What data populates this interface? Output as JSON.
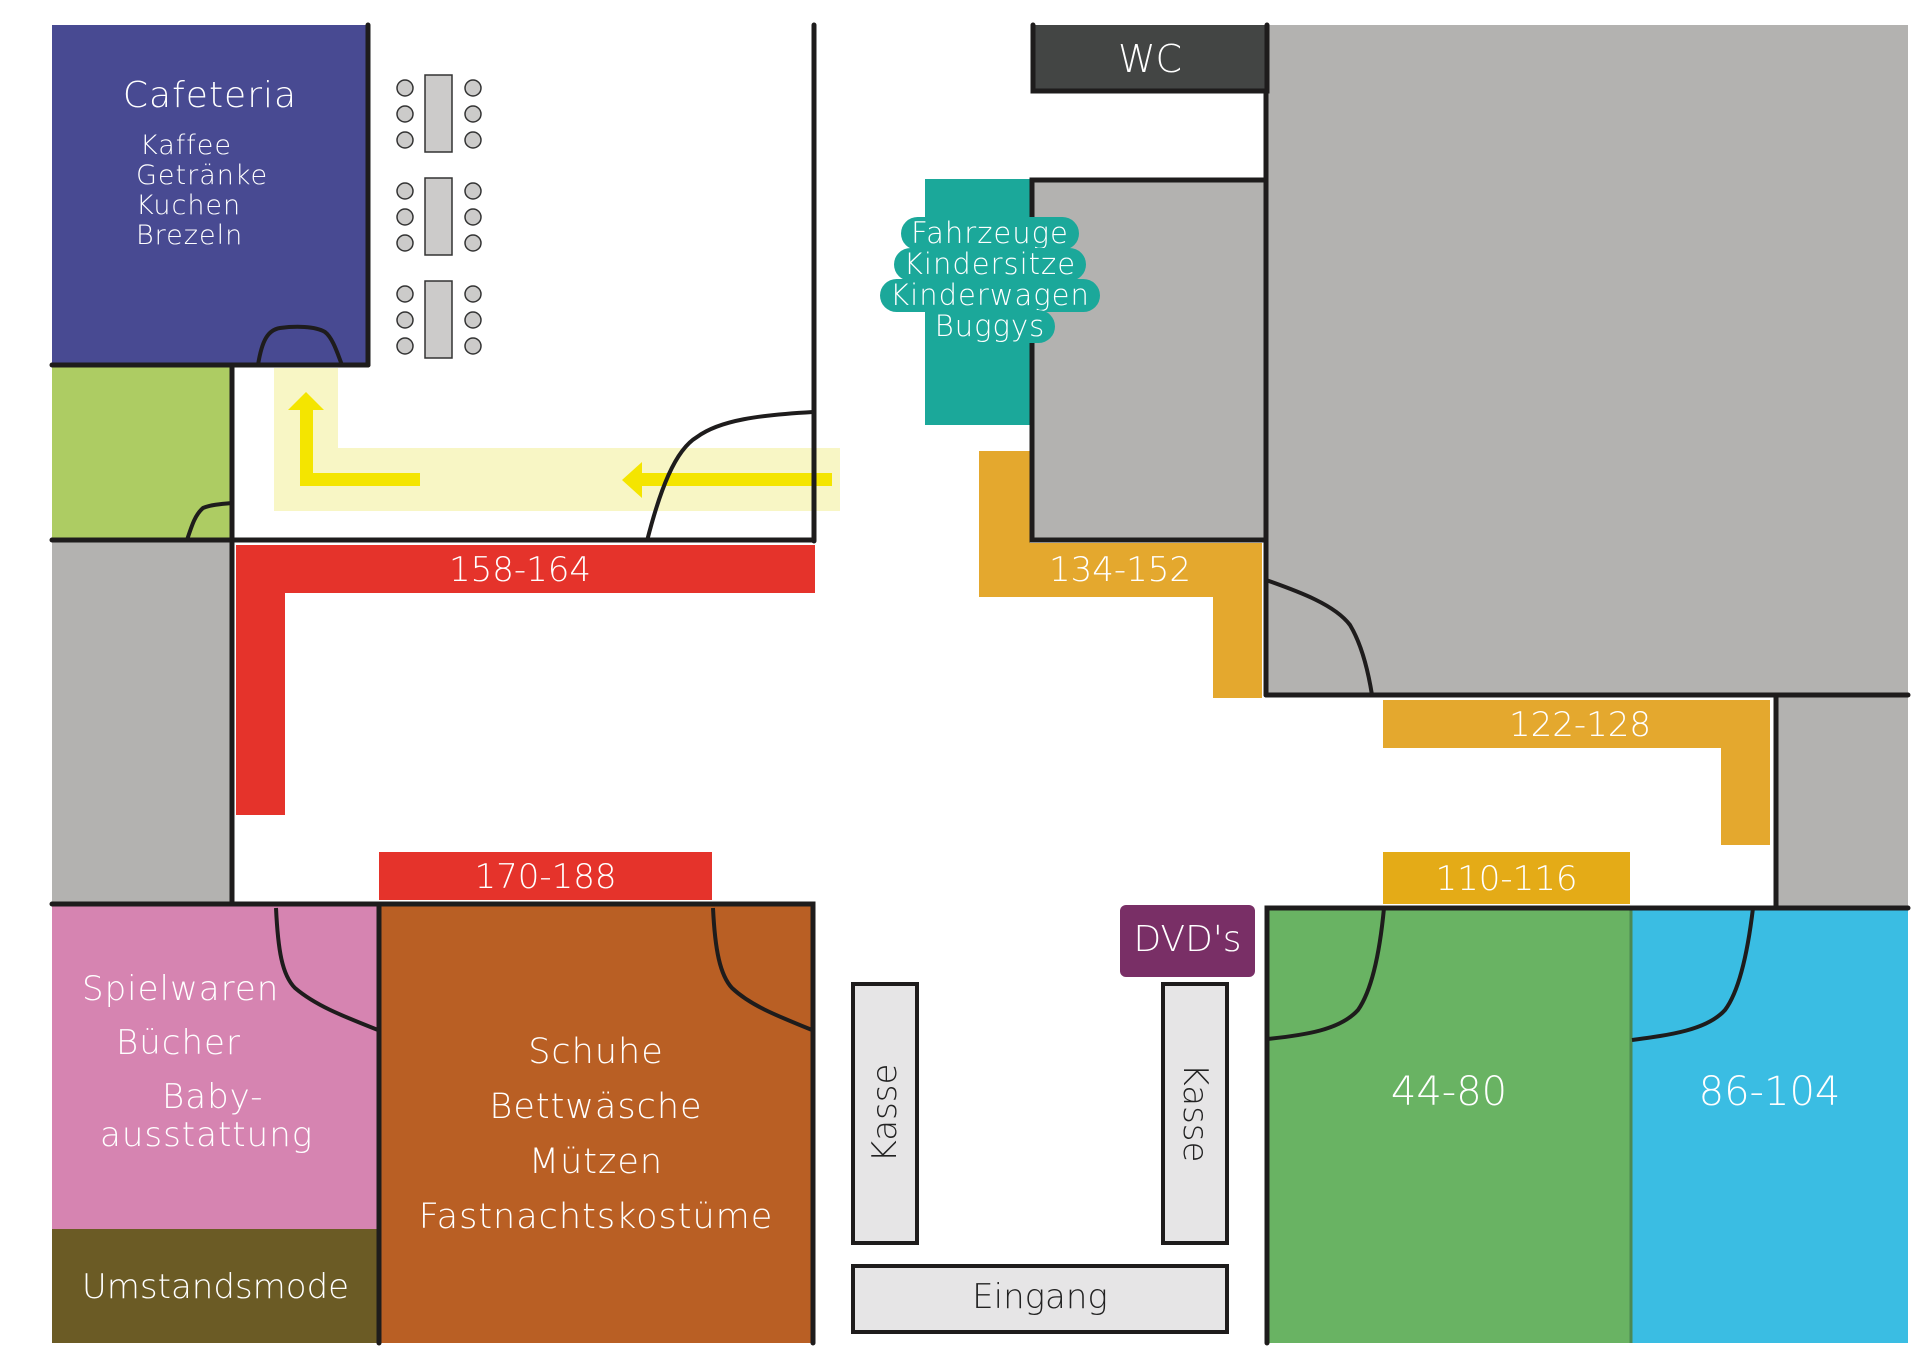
{
  "title": "Floor plan",
  "colors": {
    "cafeteria": "#484a92",
    "lime": "#adcc63",
    "grey_room": "#b3b2b0",
    "wc": "#434544",
    "teal": "#1ba89a",
    "red": "#e5332b",
    "orange": "#e4a82e",
    "orange_dark": "#e4ab17",
    "pink": "#d684b1",
    "olive": "#6b5b25",
    "brown": "#b95f24",
    "green": "#69b363",
    "blue": "#3abde3",
    "purple": "#792f66",
    "counter": "#e6e5e6",
    "table": "#cccbca",
    "path_highlight": "#f8f6c5",
    "arrow": "#f4e500",
    "wall": "#1e1c1c"
  },
  "areas": {
    "cafeteria": {
      "title": "Cafeteria",
      "items": [
        "Kaffee",
        "Getränke",
        "Kuchen",
        "Brezeln"
      ]
    },
    "wc": {
      "label": "WC"
    },
    "vehicles": {
      "items": [
        "Fahrzeuge",
        "Kindersitze",
        "Kinderwagen",
        "Buggys"
      ]
    },
    "toys": {
      "items": [
        "Spielwaren",
        "Bücher",
        "Baby-",
        "ausstattung"
      ]
    },
    "maternity": {
      "label": "Umstandsmode"
    },
    "shoes": {
      "items": [
        "Schuhe",
        "Bettwäsche",
        "Mützen",
        "Fastnachtskostüme"
      ]
    },
    "dvds": {
      "label": "DVD's"
    },
    "sizes_44_80": {
      "label": "44-80"
    },
    "sizes_86_104": {
      "label": "86-104"
    }
  },
  "size_racks": [
    {
      "id": "rack-158-164",
      "label": "158-164"
    },
    {
      "id": "rack-170-188",
      "label": "170-188"
    },
    {
      "id": "rack-134-152",
      "label": "134-152"
    },
    {
      "id": "rack-122-128",
      "label": "122-128"
    },
    {
      "id": "rack-110-116",
      "label": "110-116"
    }
  ],
  "checkout": {
    "left": "Kasse",
    "right": "Kasse"
  },
  "entrance": {
    "label": "Eingang"
  },
  "cafeteria_seating": {
    "tables": 3,
    "chairs_per_side": 3
  }
}
